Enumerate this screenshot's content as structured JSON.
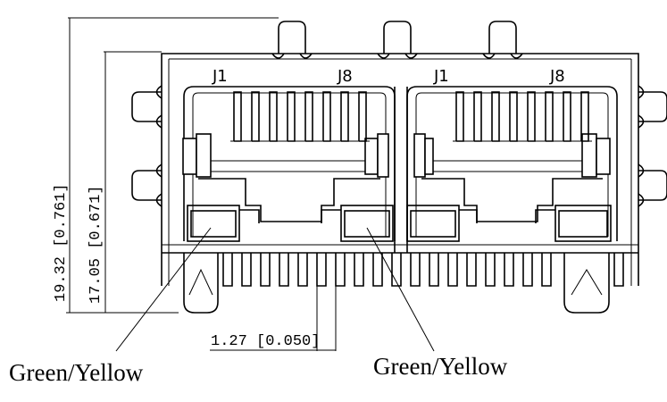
{
  "pin_labels": {
    "left_port_j1": "J1",
    "left_port_j8": "J8",
    "right_port_j1": "J1",
    "right_port_j8": "J8"
  },
  "dimensions": {
    "overall_height": "19.32 [0.761]",
    "body_height": "17.05 [0.671]",
    "pin_pitch": "1.27 [0.050]"
  },
  "callouts": {
    "left_led": "Green/Yellow",
    "right_led": "Green/Yellow"
  }
}
